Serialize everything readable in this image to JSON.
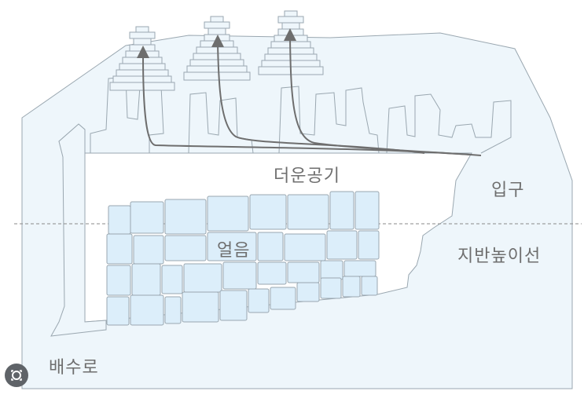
{
  "labels": {
    "warm_air": "더운공기",
    "entrance": "입구",
    "ice": "얼음",
    "ground_line": "지반높이선",
    "drain": "배수로"
  },
  "colors": {
    "fill": "#eef6fb",
    "ice_fill": "#dceefa",
    "stroke": "#9aa7b0",
    "arrow": "#6e6e6e",
    "ground_line": "#8a8a8a",
    "text": "#6e6e6e"
  },
  "icons": {
    "lens": "image-search-icon"
  }
}
